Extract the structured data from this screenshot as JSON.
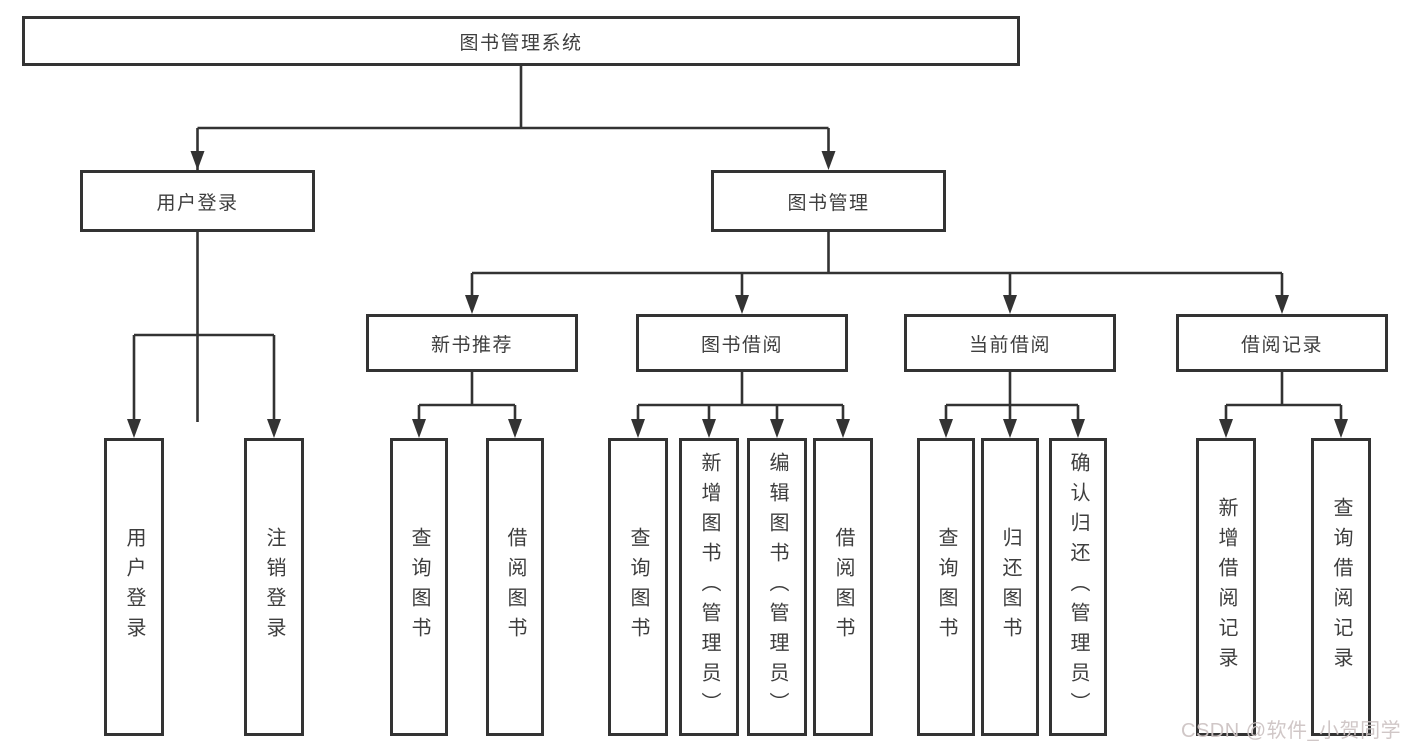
{
  "diagram": {
    "watermark": "CSDN @软件_小贺同学",
    "colors": {
      "line": "#333333",
      "border": "#333333",
      "text": "#3e3e3e",
      "background": "#ffffff",
      "watermark": "#cdc4c4"
    },
    "nodes": {
      "root": {
        "label": "图书管理系统"
      },
      "user_login": {
        "label": "用户登录"
      },
      "book_management": {
        "label": "图书管理"
      },
      "new_book_recommend": {
        "label": "新书推荐"
      },
      "book_borrowing": {
        "label": "图书借阅"
      },
      "current_borrowing": {
        "label": "当前借阅"
      },
      "borrowing_records": {
        "label": "借阅记录"
      },
      "leaf_user_login": {
        "label": "用户登录"
      },
      "leaf_logout": {
        "label": "注销登录"
      },
      "leaf_newrec_query": {
        "label": "查询图书"
      },
      "leaf_newrec_borrow": {
        "label": "借阅图书"
      },
      "leaf_borrow_query": {
        "label": "查询图书"
      },
      "leaf_borrow_add": {
        "label": "新增图书（管理员）"
      },
      "leaf_borrow_edit": {
        "label": "编辑图书（管理员）"
      },
      "leaf_borrow_borrow": {
        "label": "借阅图书"
      },
      "leaf_current_query": {
        "label": "查询图书"
      },
      "leaf_current_return": {
        "label": "归还图书"
      },
      "leaf_current_confirm": {
        "label": "确认归还（管理员）"
      },
      "leaf_records_add": {
        "label": "新增借阅记录"
      },
      "leaf_records_query": {
        "label": "查询借阅记录"
      }
    },
    "edges": [
      [
        "root",
        "user_login"
      ],
      [
        "root",
        "book_management"
      ],
      [
        "user_login",
        "leaf_user_login"
      ],
      [
        "user_login",
        "leaf_logout"
      ],
      [
        "book_management",
        "new_book_recommend"
      ],
      [
        "book_management",
        "book_borrowing"
      ],
      [
        "book_management",
        "current_borrowing"
      ],
      [
        "book_management",
        "borrowing_records"
      ],
      [
        "new_book_recommend",
        "leaf_newrec_query"
      ],
      [
        "new_book_recommend",
        "leaf_newrec_borrow"
      ],
      [
        "book_borrowing",
        "leaf_borrow_query"
      ],
      [
        "book_borrowing",
        "leaf_borrow_add"
      ],
      [
        "book_borrowing",
        "leaf_borrow_edit"
      ],
      [
        "book_borrowing",
        "leaf_borrow_borrow"
      ],
      [
        "current_borrowing",
        "leaf_current_query"
      ],
      [
        "current_borrowing",
        "leaf_current_return"
      ],
      [
        "current_borrowing",
        "leaf_current_confirm"
      ],
      [
        "borrowing_records",
        "leaf_records_add"
      ],
      [
        "borrowing_records",
        "leaf_records_query"
      ]
    ]
  }
}
